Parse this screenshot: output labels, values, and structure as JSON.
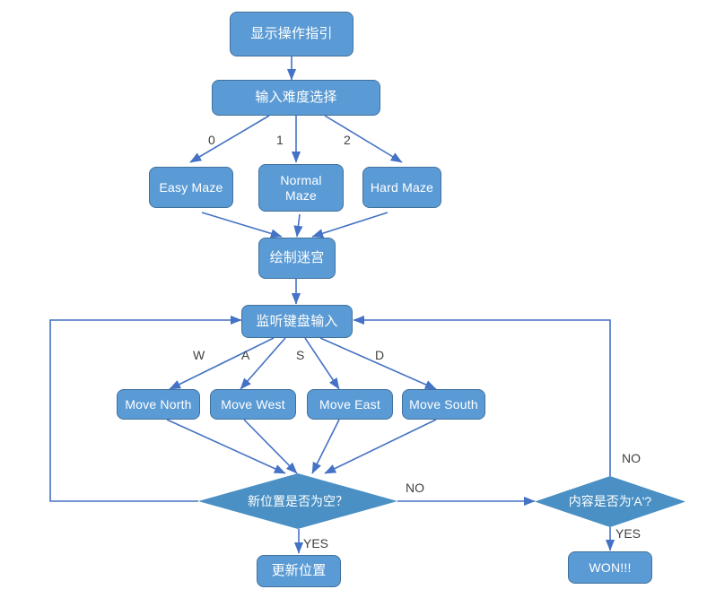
{
  "diagram": {
    "title": "Maze Game Flowchart",
    "type": "flowchart",
    "colors": {
      "node_fill": "#5B9BD5",
      "node_border": "#41719C",
      "diamond_fill": "#4A90C4",
      "connector": "#4472C4",
      "node_text": "#FFFFFF",
      "label_text": "#404040",
      "background": "#FFFFFF"
    },
    "nodes": [
      {
        "id": "show_instructions",
        "label": "显示操作指引",
        "shape": "rounded-rect"
      },
      {
        "id": "input_difficulty",
        "label": "输入难度选择",
        "shape": "rounded-rect"
      },
      {
        "id": "easy_maze",
        "label": "Easy Maze",
        "shape": "rounded-rect"
      },
      {
        "id": "normal_maze",
        "label": "Normal Maze",
        "shape": "rounded-rect"
      },
      {
        "id": "hard_maze",
        "label": "Hard Maze",
        "shape": "rounded-rect"
      },
      {
        "id": "draw_maze",
        "label": "绘制迷宫",
        "shape": "rounded-rect"
      },
      {
        "id": "listen_keyboard",
        "label": "监听键盘输入",
        "shape": "rounded-rect"
      },
      {
        "id": "move_north",
        "label": "Move North",
        "shape": "rounded-rect"
      },
      {
        "id": "move_west",
        "label": "Move  West",
        "shape": "rounded-rect"
      },
      {
        "id": "move_east",
        "label": "Move East",
        "shape": "rounded-rect"
      },
      {
        "id": "move_south",
        "label": "Move South",
        "shape": "rounded-rect"
      },
      {
        "id": "is_empty",
        "label": "新位置是否为空？",
        "shape": "diamond"
      },
      {
        "id": "is_a",
        "label": "内容是否为'A'?",
        "shape": "diamond"
      },
      {
        "id": "update_position",
        "label": "更新位置",
        "shape": "rounded-rect"
      },
      {
        "id": "won",
        "label": "WON!!!",
        "shape": "rounded-rect"
      }
    ],
    "edge_labels": [
      {
        "id": "difficulty_0",
        "text": "0"
      },
      {
        "id": "difficulty_1",
        "text": "1"
      },
      {
        "id": "difficulty_2",
        "text": "2"
      },
      {
        "id": "key_w",
        "text": "W"
      },
      {
        "id": "key_a",
        "text": "A"
      },
      {
        "id": "key_s",
        "text": "S"
      },
      {
        "id": "key_d",
        "text": "D"
      },
      {
        "id": "empty_no",
        "text": "NO"
      },
      {
        "id": "empty_yes",
        "text": "YES"
      },
      {
        "id": "is_a_no",
        "text": "NO"
      },
      {
        "id": "is_a_yes",
        "text": "YES"
      }
    ]
  }
}
